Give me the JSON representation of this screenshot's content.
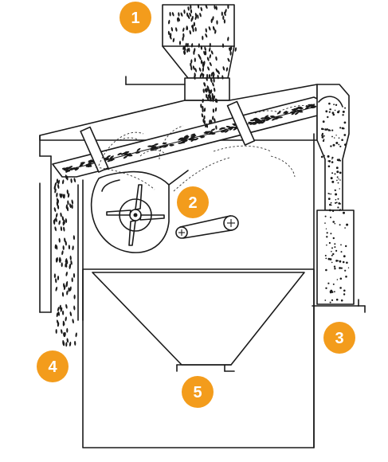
{
  "diagram": {
    "badge_color": "#f39c1c",
    "badges": [
      {
        "id": "1",
        "label": "1"
      },
      {
        "id": "2",
        "label": "2"
      },
      {
        "id": "3",
        "label": "3"
      },
      {
        "id": "4",
        "label": "4"
      },
      {
        "id": "5",
        "label": "5"
      }
    ]
  }
}
